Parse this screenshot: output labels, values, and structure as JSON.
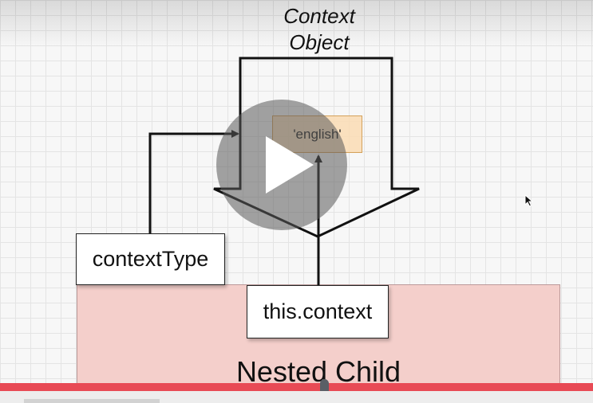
{
  "diagram": {
    "context_object_title_line1": "Context",
    "context_object_title_line2": "Object",
    "context_value": "'english'",
    "context_type_label": "contextType",
    "this_context_label": "this.context",
    "nested_child_label": "Nested Child"
  },
  "player": {
    "play_icon": "play-icon",
    "progress_fraction": 0.55
  }
}
